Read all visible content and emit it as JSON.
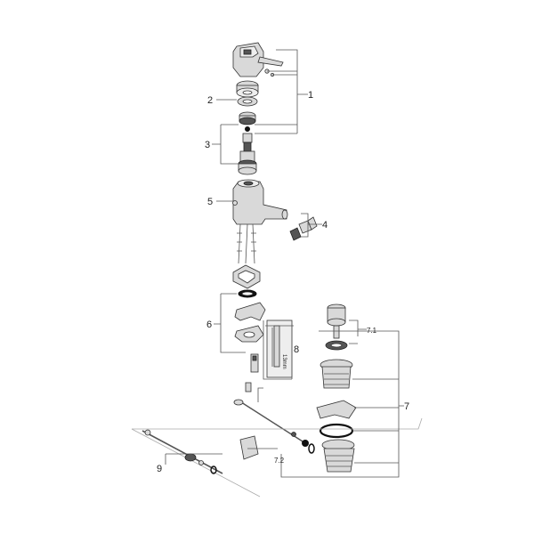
{
  "callouts": {
    "c1": "1",
    "c2": "2",
    "c3": "3",
    "c4": "4",
    "c5": "5",
    "c6": "6",
    "c7": "7",
    "c7_1": "7.1",
    "c7_2": "7.2",
    "c8": "8",
    "c8_dim": "13mm",
    "c9": "9"
  },
  "colors": {
    "stroke": "#333333",
    "leader": "#555555",
    "chrome": "#d9d9d9",
    "black": "#111111"
  }
}
